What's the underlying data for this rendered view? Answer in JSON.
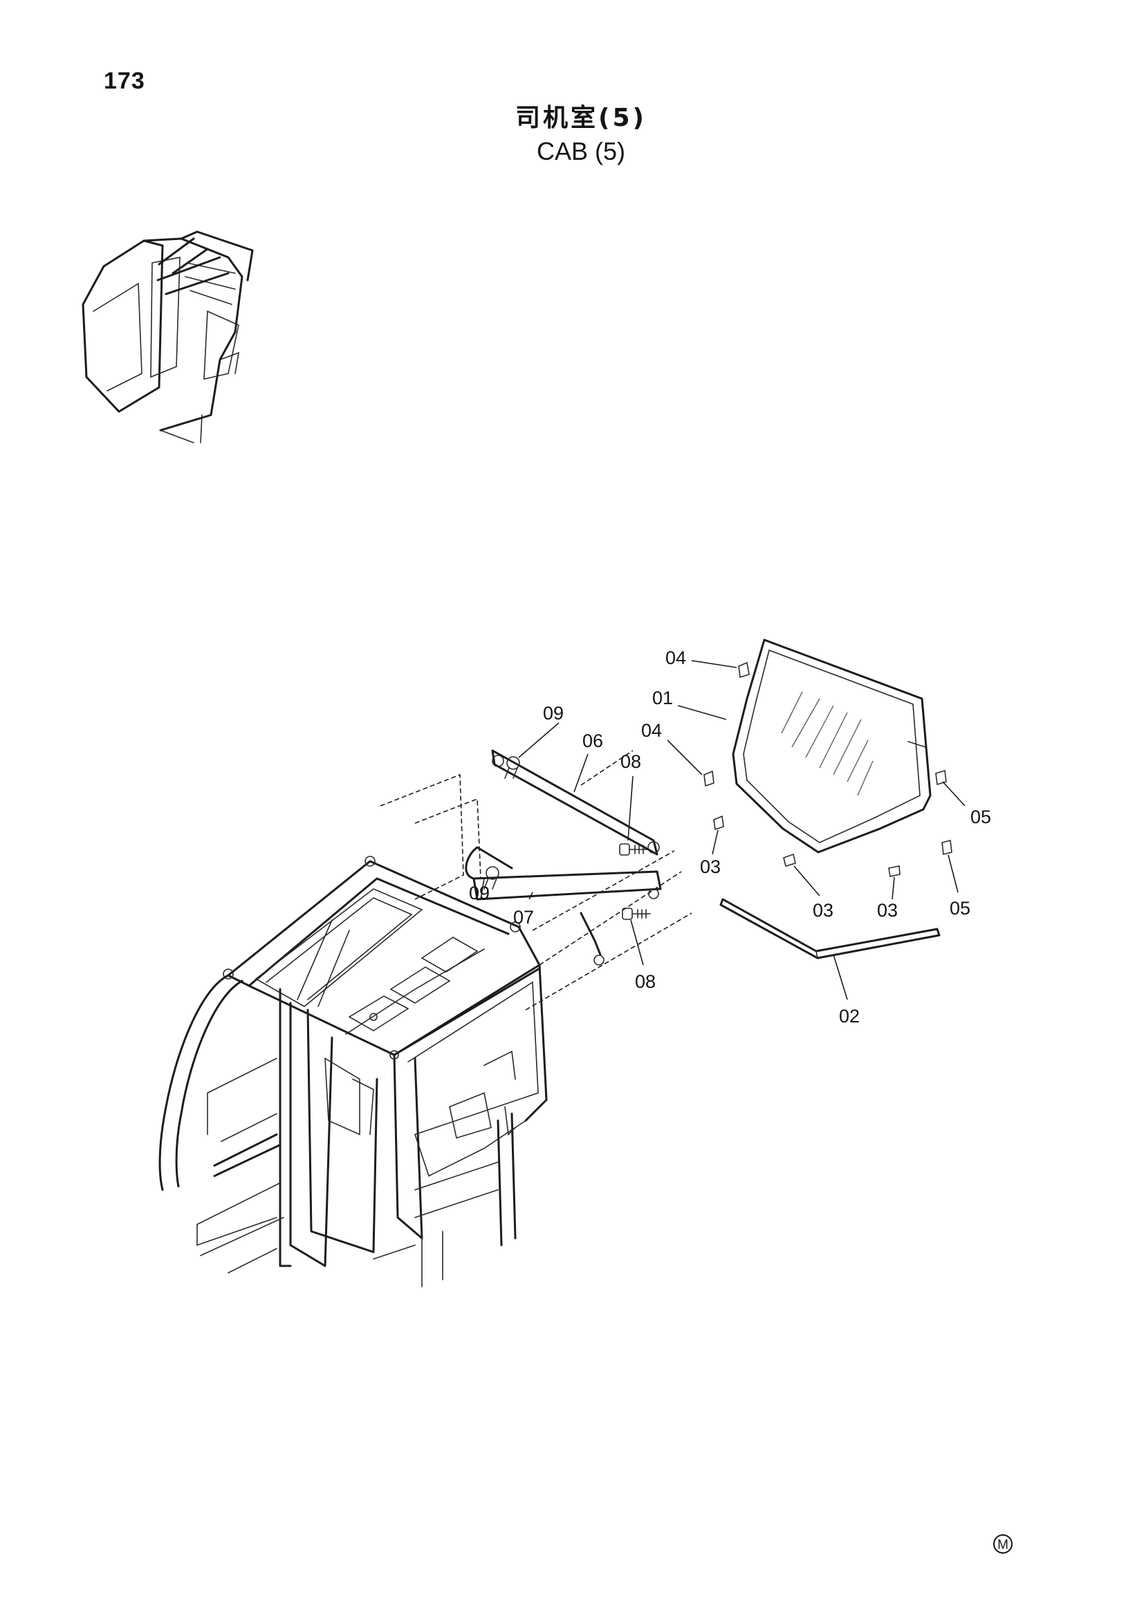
{
  "page": {
    "number": "173",
    "title_zh": "司机室(5)",
    "title_en": "CAB (5)",
    "corner_mark": "M"
  },
  "callouts": [
    {
      "id": "04",
      "label": "04"
    },
    {
      "id": "01",
      "label": "01"
    },
    {
      "id": "04",
      "label": "04"
    },
    {
      "id": "09",
      "label": "09"
    },
    {
      "id": "06",
      "label": "06"
    },
    {
      "id": "08",
      "label": "08"
    },
    {
      "id": "05",
      "label": "05"
    },
    {
      "id": "03",
      "label": "03"
    },
    {
      "id": "09",
      "label": "09"
    },
    {
      "id": "07",
      "label": "07"
    },
    {
      "id": "03",
      "label": "03"
    },
    {
      "id": "03",
      "label": "03"
    },
    {
      "id": "05",
      "label": "05"
    },
    {
      "id": "08",
      "label": "08"
    },
    {
      "id": "02",
      "label": "02"
    }
  ]
}
